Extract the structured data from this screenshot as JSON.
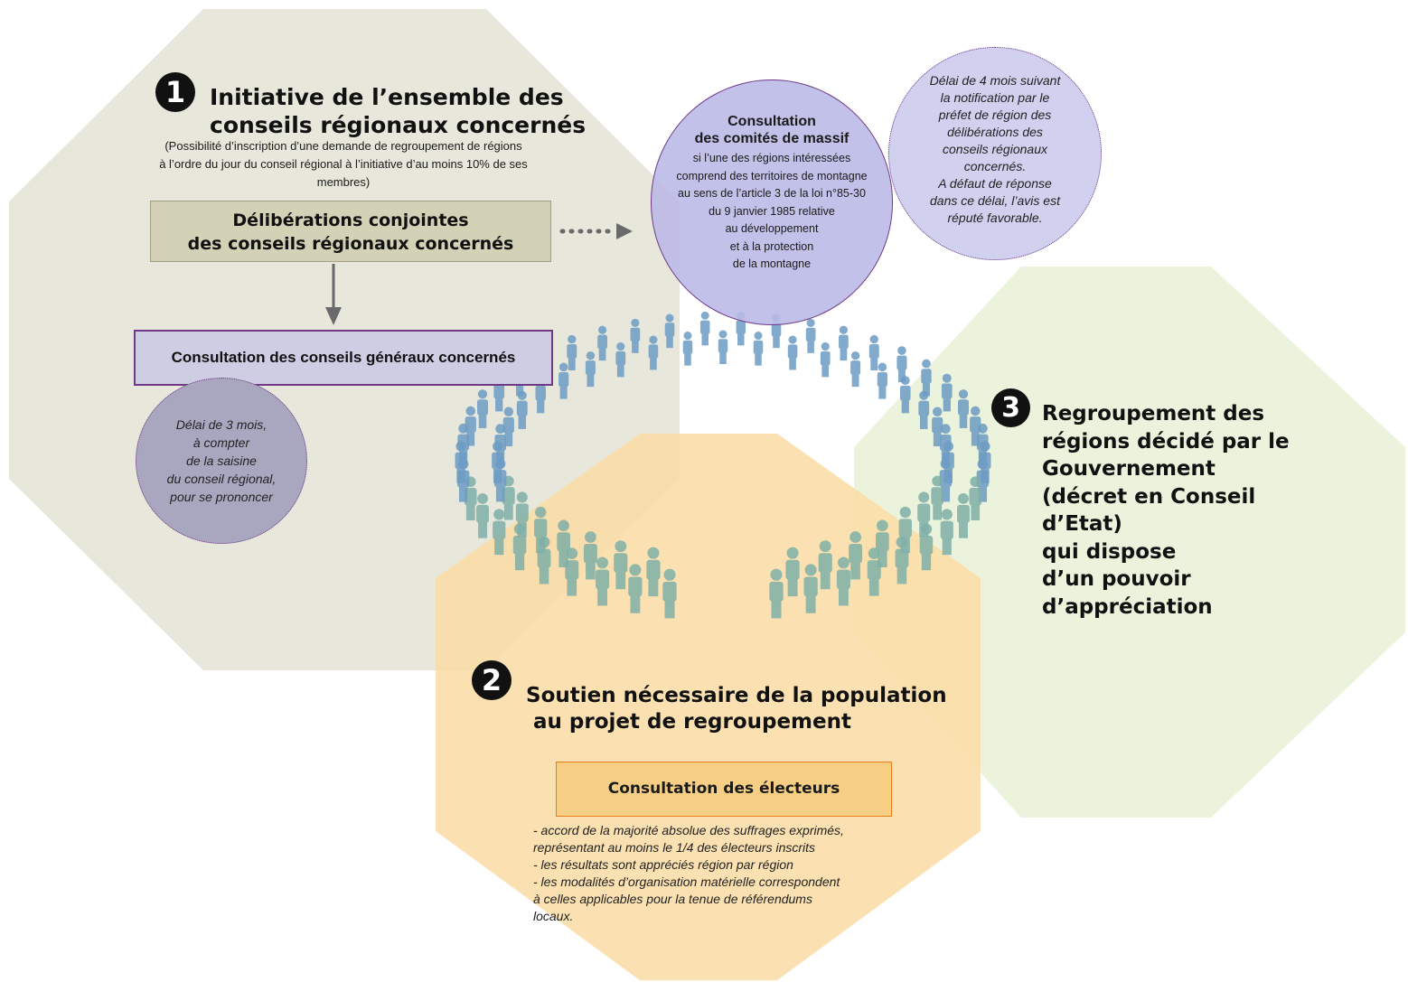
{
  "colors": {
    "zone1": "#e6e4d7",
    "zone2": "#fadda6",
    "zone3": "#e9f1d6",
    "box_delib": "#d3d1b6",
    "purple": "#6f3a86",
    "orange": "#e87d18"
  },
  "step1": {
    "number": "1",
    "title_line1": "Initiative de l’ensemble des",
    "title_line2": "conseils régionaux concernés",
    "note_line1": "(Possibilité d’inscription d’une demande de regroupement de régions",
    "note_line2": "à l’ordre du jour du conseil régional  à l’initiative d’au moins 10% de ses",
    "note_line3": "membres)",
    "delib_line1": "Délibérations conjointes",
    "delib_line2": "des conseils régionaux concernés",
    "consult_gen": "Consultation des conseils généraux concernés",
    "delay_lines": [
      "Délai de 3 mois,",
      "à compter",
      "de la saisine",
      "du conseil régional,",
      "pour se prononcer"
    ]
  },
  "massif": {
    "title_line1": "Consultation",
    "title_line2": "des comités de massif",
    "body_lines": [
      "si l’une des régions intéressées",
      "comprend des territoires de montagne",
      "au sens de l’article 3 de la loi n°85-30",
      "du 9 janvier 1985 relative",
      "au développement",
      "et à la protection",
      "de la montagne"
    ],
    "delay_lines": [
      "Délai de 4 mois suivant",
      "la notification par le",
      "préfet de région des",
      "délibérations des",
      "conseils régionaux",
      "concernés.",
      "A défaut de réponse",
      "dans ce délai, l’avis est",
      "réputé favorable."
    ]
  },
  "step2": {
    "number": "2",
    "title_line1": "Soutien nécessaire de la population",
    "title_line2": " au projet de regroupement",
    "box_label": "Consultation des électeurs",
    "conditions": [
      "- accord de la majorité absolue des suffrages exprimés,\n  représentant au moins le 1/4 des électeurs inscrits",
      "- les résultats sont appréciés région par région",
      "- les modalités d’organisation matérielle correspondent\n  à celles applicables pour la tenue de référendums\n  locaux."
    ]
  },
  "step3": {
    "number": "3",
    "title_lines": [
      "Regroupement des",
      "régions décidé par le",
      "Gouvernement",
      "(décret en Conseil",
      "d’Etat)",
      "qui dispose",
      "d’un pouvoir",
      "d’appréciation"
    ]
  }
}
